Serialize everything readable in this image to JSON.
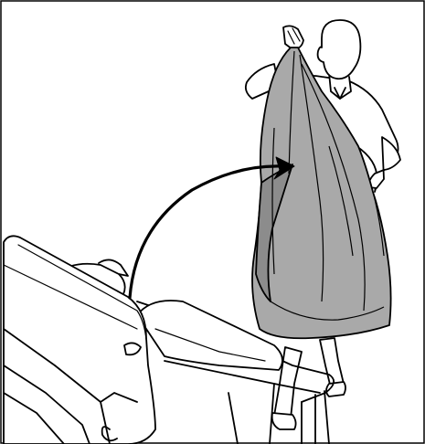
{
  "illustration": {
    "panel": "instruction-illustration",
    "parts": {
      "person": "person-holding-cover",
      "cover": "seat-cover",
      "chair": "wheelchair",
      "arrow": "direction-arrow"
    }
  },
  "colors": {
    "stroke": "#000000",
    "cover_fill": "#a9a9a9",
    "cover_shade": "#8c8c8c",
    "background": "#ffffff",
    "border": "#000000"
  }
}
